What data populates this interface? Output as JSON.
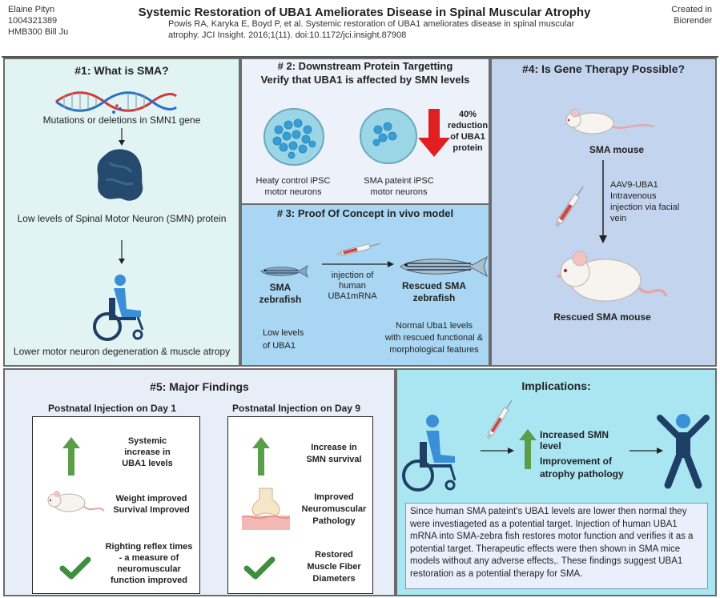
{
  "header": {
    "author": "Elaine Pityn",
    "student_id": "1004321389",
    "course": "HMB300  Bill Ju",
    "title": "Systemic Restoration of UBA1 Ameliorates Disease in Spinal Muscular Atrophy",
    "citation": "Powis RA, Karyka E, Boyd P, et al. Systemic restoration of UBA1 ameliorates disease in spinal muscular atrophy. JCI Insight. 2016;1(11). doi:10.1172/jci.insight.87908",
    "created_in_1": "Created in",
    "created_in_2": "Biorender"
  },
  "panel1": {
    "title": "#1: What is SMA?",
    "step1": "Mutations or deletions in SMN1 gene",
    "step2": "Low levels of Spinal Motor Neuron (SMN) protein",
    "step3": "Lower motor neuron degeneration &  muscle atropy"
  },
  "panel2": {
    "title_line1": "# 2: Downstream Protein Targetting",
    "title_line2": "Verify that UBA1 is affected by SMN levels",
    "control_line1": "Heaty control iPSC",
    "control_line2": "motor neurons",
    "sma_line1": "SMA pateint iPSC",
    "sma_line2": "motor neurons",
    "reduction_1": "40%",
    "reduction_2": "reduction",
    "reduction_3": "of UBA1",
    "reduction_4": "protein"
  },
  "panel3": {
    "title": "# 3: Proof Of Concept in vivo model",
    "sma_fish_1": "SMA",
    "sma_fish_2": "zebrafish",
    "injection_1": "injection of",
    "injection_2": "human",
    "injection_3": "UBA1mRNA",
    "rescued_1": "Rescued SMA",
    "rescued_2": "zebrafish",
    "low_1": "Low levels",
    "low_2": "of UBA1",
    "normal_1": "Normal Uba1 levels",
    "normal_2": "with  rescued functional  &",
    "normal_3": "morphological features"
  },
  "panel4": {
    "title": "#4: Is Gene Therapy Possible?",
    "sma_mouse": "SMA mouse",
    "aav_1": "AAV9-UBA1",
    "aav_2": "Intravenous",
    "aav_3": "injection via facial",
    "aav_4": "vein",
    "rescued": "Rescued SMA mouse"
  },
  "panel5": {
    "title": "#5: Major Findings",
    "day1_title": "Postnatal Injection on Day 1",
    "day9_title": "Postnatal Injection on Day 9",
    "d1_a_1": "Systemic",
    "d1_a_2": "increase in",
    "d1_a_3": "UBA1 levels",
    "d1_b_1": "Weight improved",
    "d1_b_2": "Survival Improved",
    "d1_c_1": "Righting reflex times",
    "d1_c_2": "- a measure of",
    "d1_c_3": "neuromuscular",
    "d1_c_4": "function improved",
    "d9_a_1": "Increase in",
    "d9_a_2": "SMN survival",
    "d9_b_1": "Improved",
    "d9_b_2": "Neuromuscular",
    "d9_b_3": "Pathology",
    "d9_c_1": "Restored",
    "d9_c_2": "Muscle Fiber",
    "d9_c_3": "Diameters"
  },
  "implications": {
    "title": "Implications:",
    "point1": "Increased SMN level",
    "point2_1": "Improvement of",
    "point2_2": "atrophy pathology",
    "summary": "Since human SMA pateint's UBA1 levels are lower then normal they were investiageted as a potential target. Injection of human UBA1 mRNA into SMA-zebra fish restores motor function and verifies it as a potential  target. Therapeutic effects were then shown in SMA mice models without  any adverse effects,. These findings suggest UBA1 restoration as a potential therapy for SMA."
  },
  "colors": {
    "panel1_bg": "#e2f3f4",
    "panel2_bg": "#edf1fa",
    "panel3_bg": "#a9d6f2",
    "panel4_bg": "#c3d4ee",
    "panel5_bg": "#e8eef8",
    "implications_bg": "#a9e6f2",
    "arrow_green": "#5a9e4a",
    "check_green": "#3e8e3e",
    "red_arrow": "#e02020",
    "icon_navy": "#1e3f66"
  }
}
